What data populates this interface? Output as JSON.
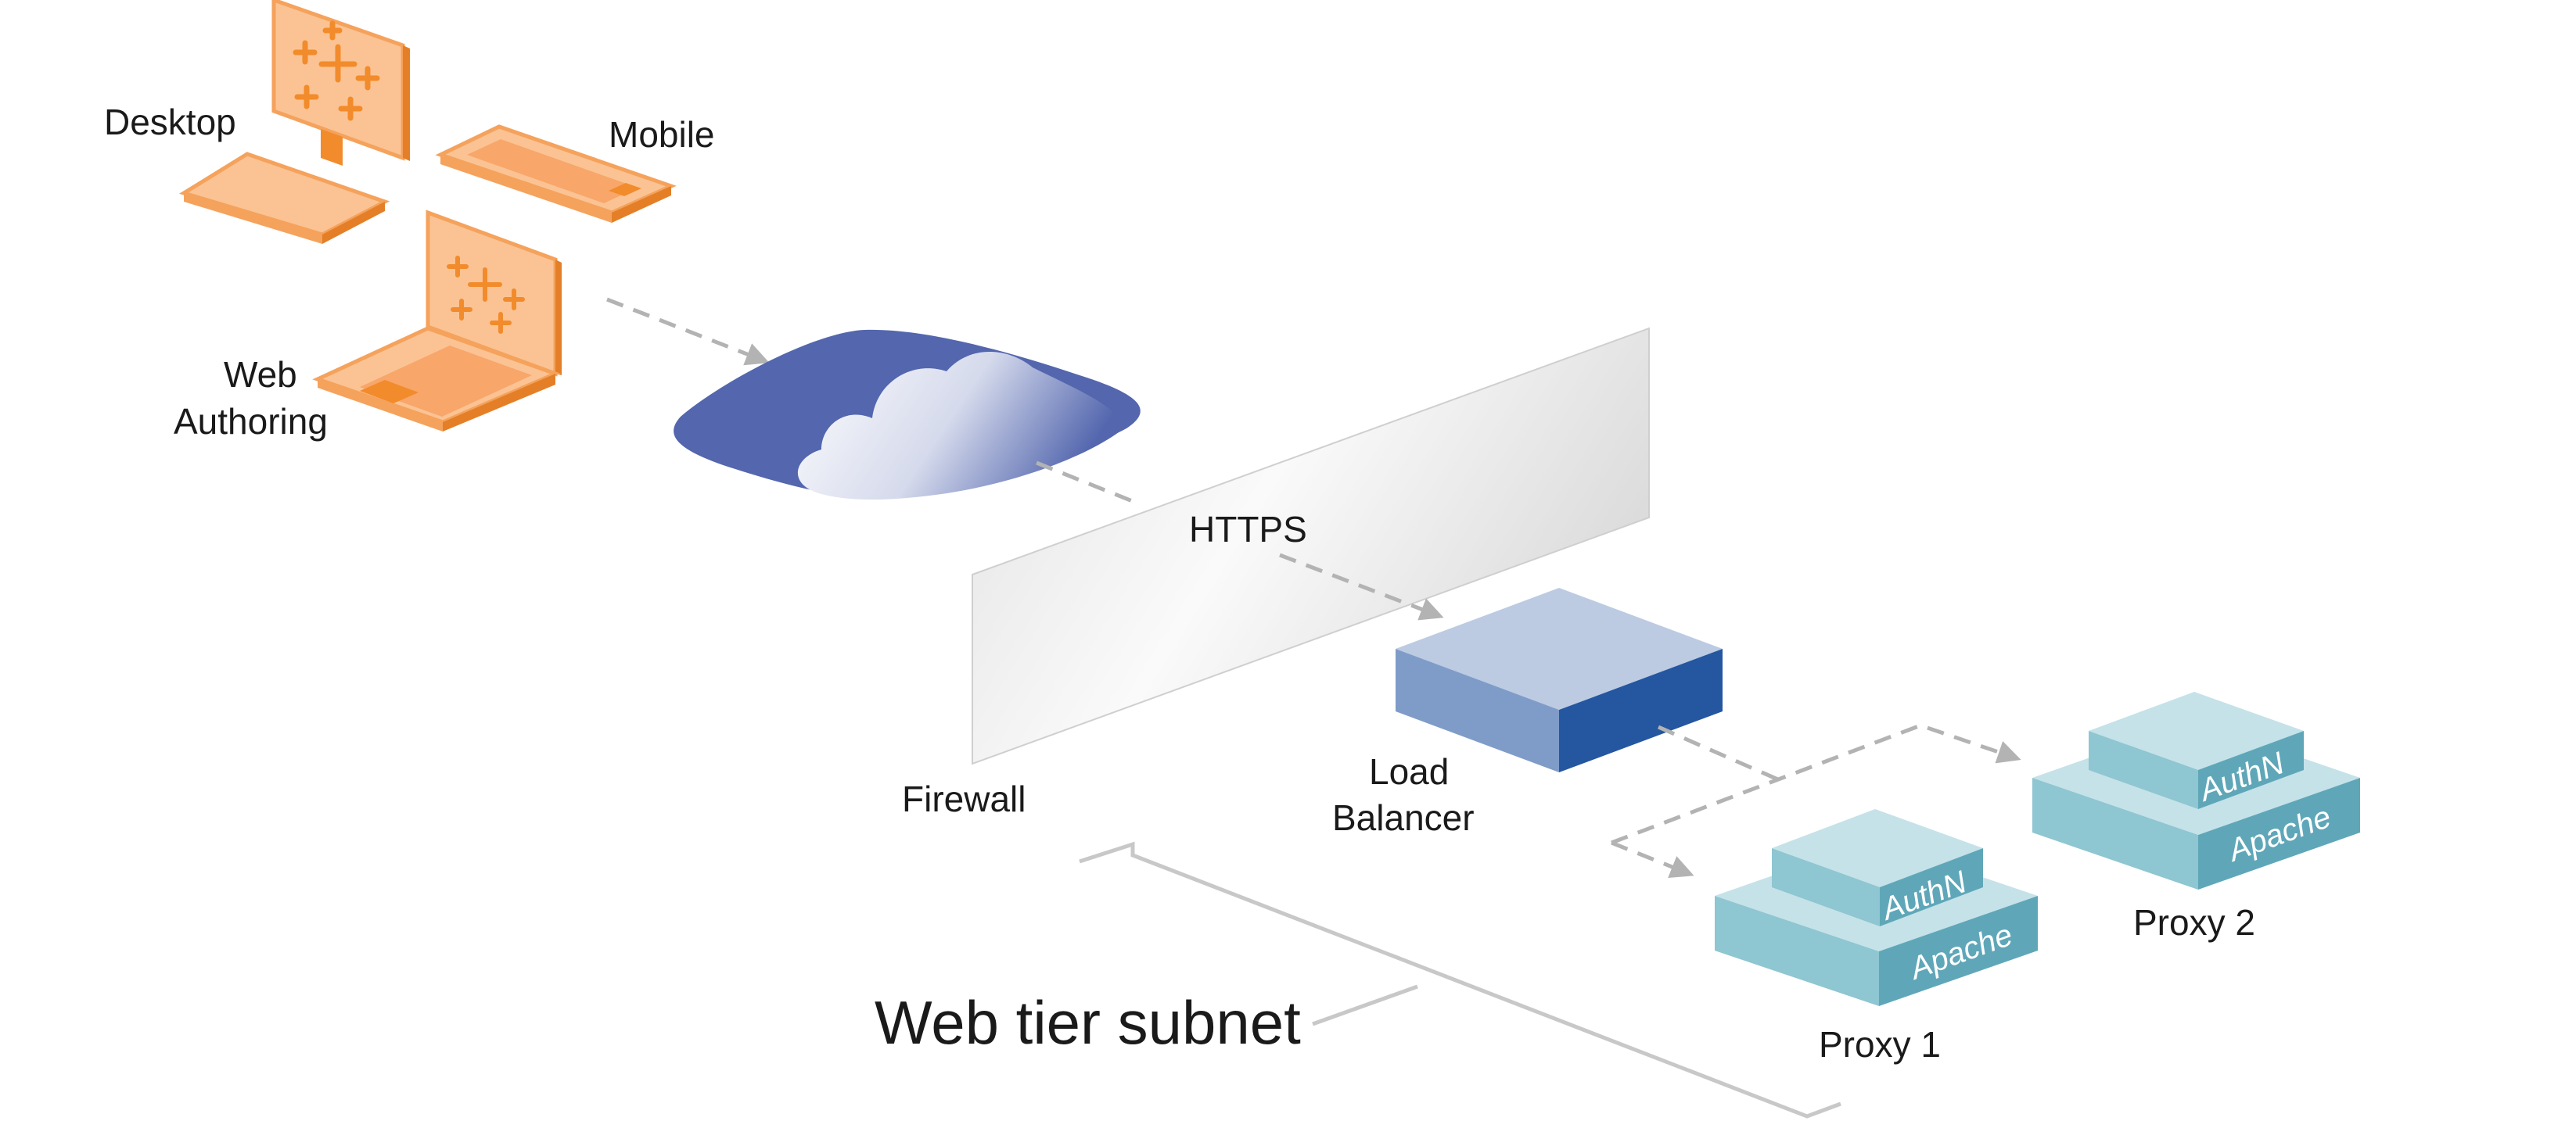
{
  "labels": {
    "desktop": "Desktop",
    "mobile": "Mobile",
    "web_line1": "Web",
    "web_line2": "Authoring",
    "https": "HTTPS",
    "firewall": "Firewall",
    "load_line1": "Load",
    "load_line2": "Balancer",
    "proxy1": "Proxy 1",
    "proxy2": "Proxy 2",
    "authn": "AuthN",
    "apache": "Apache",
    "subnet": "Web tier subnet"
  },
  "colors": {
    "device_orange": "#f28b2b",
    "device_light": "#fbc393",
    "cloud_blue": "#5366ae",
    "lb_top": "#bccbe2",
    "lb_side": "#2556a0",
    "lb_front": "#7f9cc8",
    "proxy_top": "#c5e2e8",
    "proxy_side": "#5fa7b8",
    "arrow_gray": "#b3b3b3"
  }
}
